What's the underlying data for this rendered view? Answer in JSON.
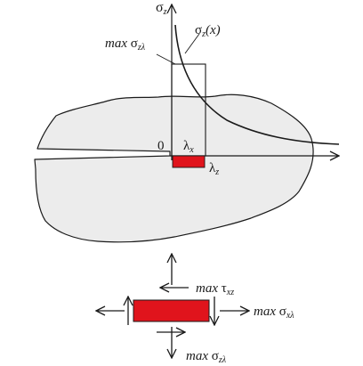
{
  "colors": {
    "body_fill": "#ececec",
    "outline": "#1a1a1a",
    "zone": "#e0141c"
  },
  "labels": {
    "sigma_axis": {
      "sym": "σ",
      "sub": "z"
    },
    "stress_curve": {
      "sym": "σ",
      "sub": "z",
      "arg": "(x)"
    },
    "max_stress": {
      "pre": "max ",
      "sym": "σ",
      "sub": "zλ"
    },
    "origin": "0",
    "lambda_x": {
      "sym": "λ",
      "sub": "x"
    },
    "lambda_z": {
      "sym": "λ",
      "sub": "z"
    },
    "bottom_shear": {
      "pre": "max ",
      "sym": "τ",
      "sub": "xz"
    },
    "bottom_sigma_x": {
      "pre": "max ",
      "sym": "σ",
      "sub": "xλ"
    },
    "bottom_sigma_z": {
      "pre": "max ",
      "sym": "σ",
      "sub": "zλ"
    }
  }
}
